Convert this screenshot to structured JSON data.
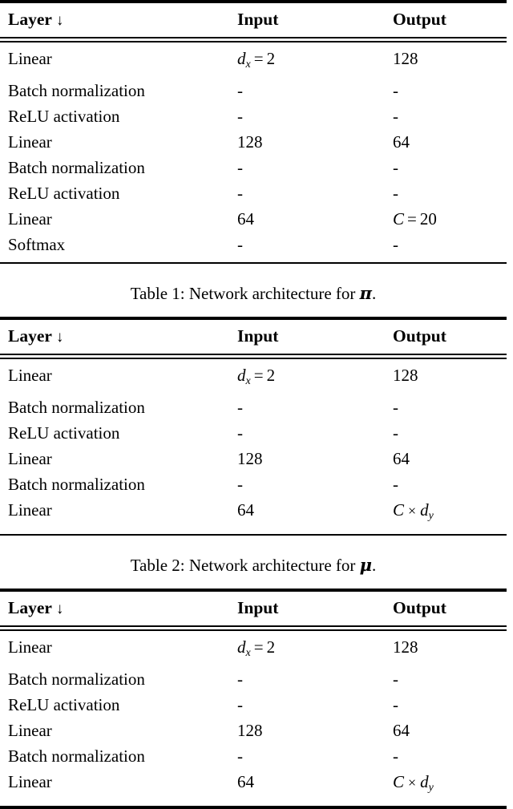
{
  "document": {
    "type": "paper-tables",
    "columns": [
      "Layer ↓",
      "Input",
      "Output"
    ],
    "column_labels": {
      "layer": "Layer",
      "layer_arrow": "↓",
      "input": "Input",
      "output": "Output"
    }
  },
  "tables": [
    {
      "id": "table-1",
      "caption_prefix": "Table 1: Network architecture for ",
      "caption_symbol": "π",
      "caption_suffix": ".",
      "caption_full": "Table 1: Network architecture for π.",
      "headers": [
        "Layer ↓",
        "Input",
        "Output"
      ],
      "rows": [
        {
          "layer": "Linear",
          "input": "d_x = 2",
          "input_kind": "math-dx",
          "output": "128",
          "output_kind": "plain"
        },
        {
          "layer": "Batch normalization",
          "input": "-",
          "input_kind": "plain",
          "output": "-",
          "output_kind": "plain"
        },
        {
          "layer": "ReLU activation",
          "input": "-",
          "input_kind": "plain",
          "output": "-",
          "output_kind": "plain"
        },
        {
          "layer": "Linear",
          "input": "128",
          "input_kind": "plain",
          "output": "64",
          "output_kind": "plain"
        },
        {
          "layer": "Batch normalization",
          "input": "-",
          "input_kind": "plain",
          "output": "-",
          "output_kind": "plain"
        },
        {
          "layer": "ReLU activation",
          "input": "-",
          "input_kind": "plain",
          "output": "-",
          "output_kind": "plain"
        },
        {
          "layer": "Linear",
          "input": "64",
          "input_kind": "plain",
          "output": "C = 20",
          "output_kind": "math-c20"
        },
        {
          "layer": "Softmax",
          "input": "-",
          "input_kind": "plain",
          "output": "-",
          "output_kind": "plain"
        }
      ]
    },
    {
      "id": "table-2",
      "caption_prefix": "Table 2: Network architecture for ",
      "caption_symbol": "μ",
      "caption_suffix": ".",
      "caption_full": "Table 2: Network architecture for μ.",
      "headers": [
        "Layer ↓",
        "Input",
        "Output"
      ],
      "rows": [
        {
          "layer": "Linear",
          "input": "d_x = 2",
          "input_kind": "math-dx",
          "output": "128",
          "output_kind": "plain"
        },
        {
          "layer": "Batch normalization",
          "input": "-",
          "input_kind": "plain",
          "output": "-",
          "output_kind": "plain"
        },
        {
          "layer": "ReLU activation",
          "input": "-",
          "input_kind": "plain",
          "output": "-",
          "output_kind": "plain"
        },
        {
          "layer": "Linear",
          "input": "128",
          "input_kind": "plain",
          "output": "64",
          "output_kind": "plain"
        },
        {
          "layer": "Batch normalization",
          "input": "-",
          "input_kind": "plain",
          "output": "-",
          "output_kind": "plain"
        },
        {
          "layer": "Linear",
          "input": "64",
          "input_kind": "plain",
          "output": "C x d_y",
          "output_kind": "math-cdy"
        }
      ]
    },
    {
      "id": "table-3",
      "caption_prefix": "",
      "caption_symbol": "",
      "caption_suffix": "",
      "caption_full": "",
      "headers": [
        "Layer ↓",
        "Input",
        "Output"
      ],
      "rows": [
        {
          "layer": "Linear",
          "input": "d_x = 2",
          "input_kind": "math-dx",
          "output": "128",
          "output_kind": "plain"
        },
        {
          "layer": "Batch normalization",
          "input": "-",
          "input_kind": "plain",
          "output": "-",
          "output_kind": "plain"
        },
        {
          "layer": "ReLU activation",
          "input": "-",
          "input_kind": "plain",
          "output": "-",
          "output_kind": "plain"
        },
        {
          "layer": "Linear",
          "input": "128",
          "input_kind": "plain",
          "output": "64",
          "output_kind": "plain"
        },
        {
          "layer": "Batch normalization",
          "input": "-",
          "input_kind": "plain",
          "output": "-",
          "output_kind": "plain"
        },
        {
          "layer": "Linear",
          "input": "64",
          "input_kind": "plain",
          "output": "C x d_y",
          "output_kind": "math-cdy"
        }
      ]
    }
  ],
  "math_tokens": {
    "d": "d",
    "sub_x": "x",
    "sub_y": "y",
    "equals": "=",
    "two": "2",
    "C": "C",
    "twenty": "20",
    "times": "×"
  },
  "colors": {
    "text": "#000000",
    "background": "#ffffff",
    "rule": "#000000"
  }
}
